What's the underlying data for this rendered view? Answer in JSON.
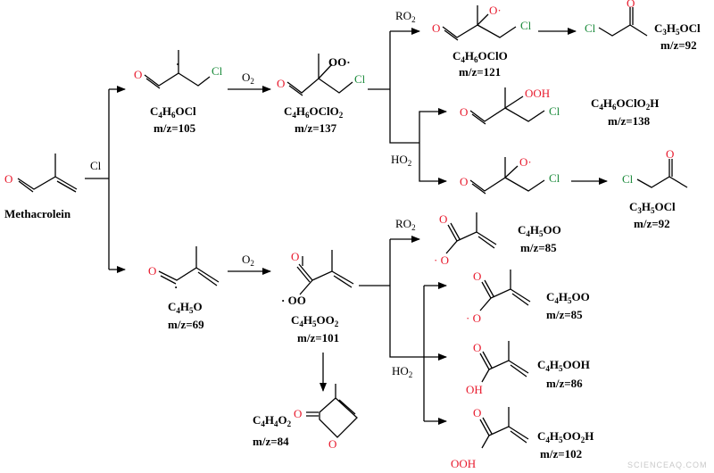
{
  "atoms": {
    "o": "O",
    "cl": "Cl",
    "dot": "·",
    "oo_dot": "OO·",
    "o_dot": "O·",
    "dot_o": "· O",
    "dot_oo": "· OO",
    "ooh": "OOH",
    "oh": "OH"
  },
  "reagents": {
    "cl": "Cl",
    "o2_base": "O",
    "o2_sub": "2",
    "ro2_base": "RO",
    "ho2_base": "HO"
  },
  "species": {
    "methacrolein": {
      "name": "Methacrolein"
    },
    "c4h6ocl": {
      "f1": "C",
      "s1": "4",
      "f2": "H",
      "s2": "6",
      "f3": "OCl",
      "mz": "m/z=105"
    },
    "c4h6oclo2": {
      "f1": "C",
      "s1": "4",
      "f2": "H",
      "s2": "6",
      "f3": "OClO",
      "s3": "2",
      "mz": "m/z=137"
    },
    "c4h6oclo": {
      "f1": "C",
      "s1": "4",
      "f2": "H",
      "s2": "6",
      "f3": "OClO",
      "mz": "m/z=121"
    },
    "c3h5ocl_top": {
      "f1": "C",
      "s1": "3",
      "f2": "H",
      "s2": "5",
      "f3": "OCl",
      "mz": "m/z=92"
    },
    "c4h6oclo2h": {
      "f1": "C",
      "s1": "4",
      "f2": "H",
      "s2": "6",
      "f3": "OClO",
      "s3": "2",
      "f4": "H",
      "mz": "m/z=138"
    },
    "c3h5ocl_mid": {
      "f1": "C",
      "s1": "3",
      "f2": "H",
      "s2": "5",
      "f3": "OCl",
      "mz": "m/z=92"
    },
    "c4h5o": {
      "f1": "C",
      "s1": "4",
      "f2": "H",
      "s2": "5",
      "f3": "O",
      "mz": "m/z=69"
    },
    "c4h5oo2": {
      "f1": "C",
      "s1": "4",
      "f2": "H",
      "s2": "5",
      "f3": "OO",
      "s3": "2",
      "mz": "m/z=101"
    },
    "c4h4o2": {
      "f1": "C",
      "s1": "4",
      "f2": "H",
      "s2": "4",
      "f3": "O",
      "s3": "2",
      "mz": "m/z=84"
    },
    "c4h5oo_a": {
      "f1": "C",
      "s1": "4",
      "f2": "H",
      "s2": "5",
      "f3": "OO",
      "mz": "m/z=85"
    },
    "c4h5oo_b": {
      "f1": "C",
      "s1": "4",
      "f2": "H",
      "s2": "5",
      "f3": "OO",
      "mz": "m/z=85"
    },
    "c4h5ooh": {
      "f1": "C",
      "s1": "4",
      "f2": "H",
      "s2": "5",
      "f3": "OOH",
      "mz": "m/z=86"
    },
    "c4h5oo2h": {
      "f1": "C",
      "s1": "4",
      "f2": "H",
      "s2": "5",
      "f3": "OO",
      "s3": "2",
      "f4": "H",
      "mz": "m/z=102"
    }
  },
  "watermark": "SCIENCEAQ.COM",
  "colors": {
    "oxygen": "#e8192c",
    "chlorine": "#1a8a3a",
    "bond": "#000000"
  }
}
